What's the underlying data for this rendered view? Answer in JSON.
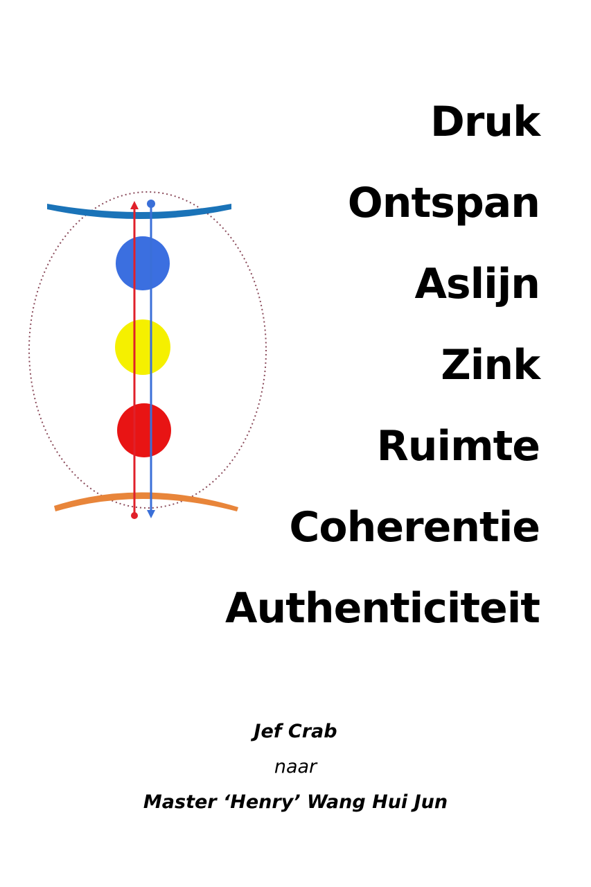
{
  "title_words": [
    "Druk",
    "Ontspan",
    "Aslijn",
    "Zink",
    "Ruimte",
    "Coherentie",
    "Authenticiteit"
  ],
  "credits": {
    "author": "Jef Crab",
    "via": "naar",
    "master": "Master ‘Henry’ Wang Hui Jun"
  },
  "diagram": {
    "top_bar_color": "#1a73b8",
    "bottom_bar_color": "#e8853a",
    "ellipse_color": "#8a4a5a",
    "up_arrow_color": "#e0202a",
    "down_arrow_color": "#3a6fd8",
    "circles": [
      {
        "name": "blue",
        "color": "#3b6fe0"
      },
      {
        "name": "yellow",
        "color": "#f5f000"
      },
      {
        "name": "red",
        "color": "#e81414"
      }
    ]
  }
}
